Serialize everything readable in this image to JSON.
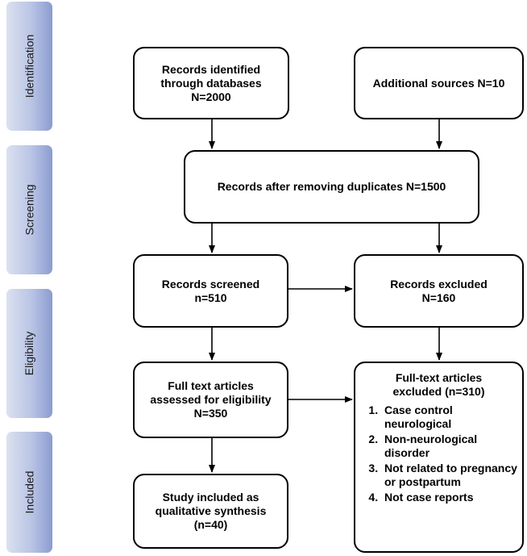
{
  "stages": [
    "Identification",
    "Screening",
    "Eligibility",
    "Included"
  ],
  "boxes": {
    "records_identified": [
      "Records identified",
      "through databases",
      "N=2000"
    ],
    "additional_sources": [
      "Additional sources N=10"
    ],
    "after_duplicates": [
      "Records after removing duplicates N=1500"
    ],
    "records_screened": [
      "Records screened",
      "n=510"
    ],
    "records_excluded": [
      "Records excluded",
      "N=160"
    ],
    "fulltext_assessed": [
      "Full text articles",
      "assessed for eligibility",
      "N=350"
    ],
    "fulltext_excluded": {
      "title": [
        "Full-text articles",
        "excluded (n=310)"
      ],
      "reasons": [
        "Case control neurological",
        "Non-neurological disorder",
        "Not related to pregnancy or postpartum",
        "Not case reports"
      ]
    },
    "study_included": [
      "Study included as",
      "qualitative synthesis",
      "(n=40)"
    ]
  }
}
